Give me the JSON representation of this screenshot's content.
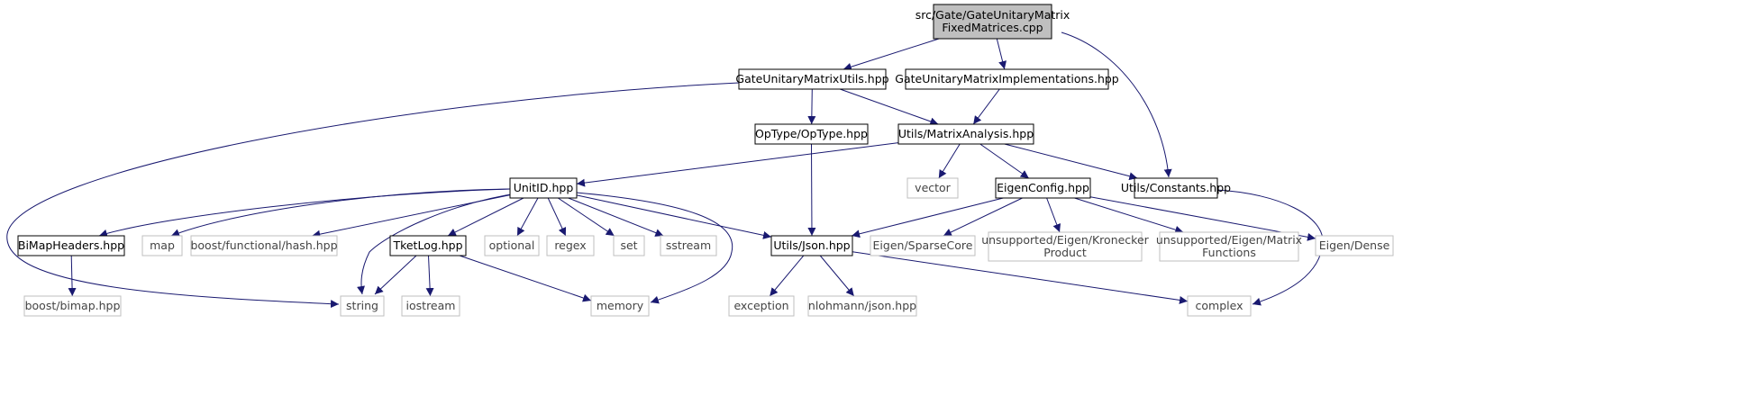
{
  "title": "src/Gate/GateUnitaryMatrixFixedMatrices.cpp",
  "colors": {
    "root_fill": "#bfbfbf",
    "node_border": "#000000",
    "system_border": "#bfbfbf",
    "edge": "#191970"
  },
  "nodes": [
    {
      "id": "root",
      "lines": [
        "src/Gate/GateUnitaryMatrix",
        "FixedMatrices.cpp"
      ],
      "kind": "root"
    },
    {
      "id": "gum_utils",
      "lines": [
        "GateUnitaryMatrixUtils.hpp"
      ],
      "kind": "local"
    },
    {
      "id": "gum_impl",
      "lines": [
        "GateUnitaryMatrixImplementations.hpp"
      ],
      "kind": "local"
    },
    {
      "id": "optype",
      "lines": [
        "OpType/OpType.hpp"
      ],
      "kind": "local"
    },
    {
      "id": "matrix_analysis",
      "lines": [
        "Utils/MatrixAnalysis.hpp"
      ],
      "kind": "local"
    },
    {
      "id": "unitid",
      "lines": [
        "UnitID.hpp"
      ],
      "kind": "local"
    },
    {
      "id": "vector",
      "lines": [
        "vector"
      ],
      "kind": "system"
    },
    {
      "id": "eigenconfig",
      "lines": [
        "EigenConfig.hpp"
      ],
      "kind": "local"
    },
    {
      "id": "constants",
      "lines": [
        "Utils/Constants.hpp"
      ],
      "kind": "local"
    },
    {
      "id": "bimapheaders",
      "lines": [
        "BiMapHeaders.hpp"
      ],
      "kind": "local"
    },
    {
      "id": "map",
      "lines": [
        "map"
      ],
      "kind": "system"
    },
    {
      "id": "boost_hash",
      "lines": [
        "boost/functional/hash.hpp"
      ],
      "kind": "system"
    },
    {
      "id": "tketlog",
      "lines": [
        "TketLog.hpp"
      ],
      "kind": "local"
    },
    {
      "id": "optional",
      "lines": [
        "optional"
      ],
      "kind": "system"
    },
    {
      "id": "regex",
      "lines": [
        "regex"
      ],
      "kind": "system"
    },
    {
      "id": "set",
      "lines": [
        "set"
      ],
      "kind": "system"
    },
    {
      "id": "sstream",
      "lines": [
        "sstream"
      ],
      "kind": "system"
    },
    {
      "id": "json",
      "lines": [
        "Utils/Json.hpp"
      ],
      "kind": "local"
    },
    {
      "id": "sparsecore",
      "lines": [
        "Eigen/SparseCore"
      ],
      "kind": "system"
    },
    {
      "id": "kronecker",
      "lines": [
        "unsupported/Eigen/Kronecker",
        "Product"
      ],
      "kind": "system"
    },
    {
      "id": "matfunc",
      "lines": [
        "unsupported/Eigen/Matrix",
        "Functions"
      ],
      "kind": "system"
    },
    {
      "id": "dense",
      "lines": [
        "Eigen/Dense"
      ],
      "kind": "system"
    },
    {
      "id": "bimap",
      "lines": [
        "boost/bimap.hpp"
      ],
      "kind": "system"
    },
    {
      "id": "string",
      "lines": [
        "string"
      ],
      "kind": "system"
    },
    {
      "id": "iostream",
      "lines": [
        "iostream"
      ],
      "kind": "system"
    },
    {
      "id": "memory",
      "lines": [
        "memory"
      ],
      "kind": "system"
    },
    {
      "id": "exception",
      "lines": [
        "exception"
      ],
      "kind": "system"
    },
    {
      "id": "nlohmann",
      "lines": [
        "nlohmann/json.hpp"
      ],
      "kind": "system"
    },
    {
      "id": "complex",
      "lines": [
        "complex"
      ],
      "kind": "system"
    }
  ],
  "edges": [
    {
      "from": "root",
      "to": "gum_utils"
    },
    {
      "from": "root",
      "to": "gum_impl"
    },
    {
      "from": "root",
      "to": "constants"
    },
    {
      "from": "gum_utils",
      "to": "string"
    },
    {
      "from": "gum_utils",
      "to": "optype"
    },
    {
      "from": "gum_utils",
      "to": "matrix_analysis"
    },
    {
      "from": "gum_impl",
      "to": "matrix_analysis"
    },
    {
      "from": "optype",
      "to": "json"
    },
    {
      "from": "matrix_analysis",
      "to": "unitid"
    },
    {
      "from": "matrix_analysis",
      "to": "vector"
    },
    {
      "from": "matrix_analysis",
      "to": "eigenconfig"
    },
    {
      "from": "matrix_analysis",
      "to": "constants"
    },
    {
      "from": "constants",
      "to": "complex"
    },
    {
      "from": "unitid",
      "to": "bimapheaders"
    },
    {
      "from": "unitid",
      "to": "map"
    },
    {
      "from": "unitid",
      "to": "boost_hash"
    },
    {
      "from": "unitid",
      "to": "tketlog"
    },
    {
      "from": "unitid",
      "to": "optional"
    },
    {
      "from": "unitid",
      "to": "regex"
    },
    {
      "from": "unitid",
      "to": "set"
    },
    {
      "from": "unitid",
      "to": "sstream"
    },
    {
      "from": "unitid",
      "to": "json"
    },
    {
      "from": "unitid",
      "to": "string"
    },
    {
      "from": "unitid",
      "to": "memory"
    },
    {
      "from": "eigenconfig",
      "to": "json"
    },
    {
      "from": "eigenconfig",
      "to": "sparsecore"
    },
    {
      "from": "eigenconfig",
      "to": "kronecker"
    },
    {
      "from": "eigenconfig",
      "to": "matfunc"
    },
    {
      "from": "eigenconfig",
      "to": "dense"
    },
    {
      "from": "bimapheaders",
      "to": "bimap"
    },
    {
      "from": "tketlog",
      "to": "string"
    },
    {
      "from": "tketlog",
      "to": "iostream"
    },
    {
      "from": "tketlog",
      "to": "memory"
    },
    {
      "from": "json",
      "to": "exception"
    },
    {
      "from": "json",
      "to": "nlohmann"
    },
    {
      "from": "json",
      "to": "complex"
    }
  ]
}
